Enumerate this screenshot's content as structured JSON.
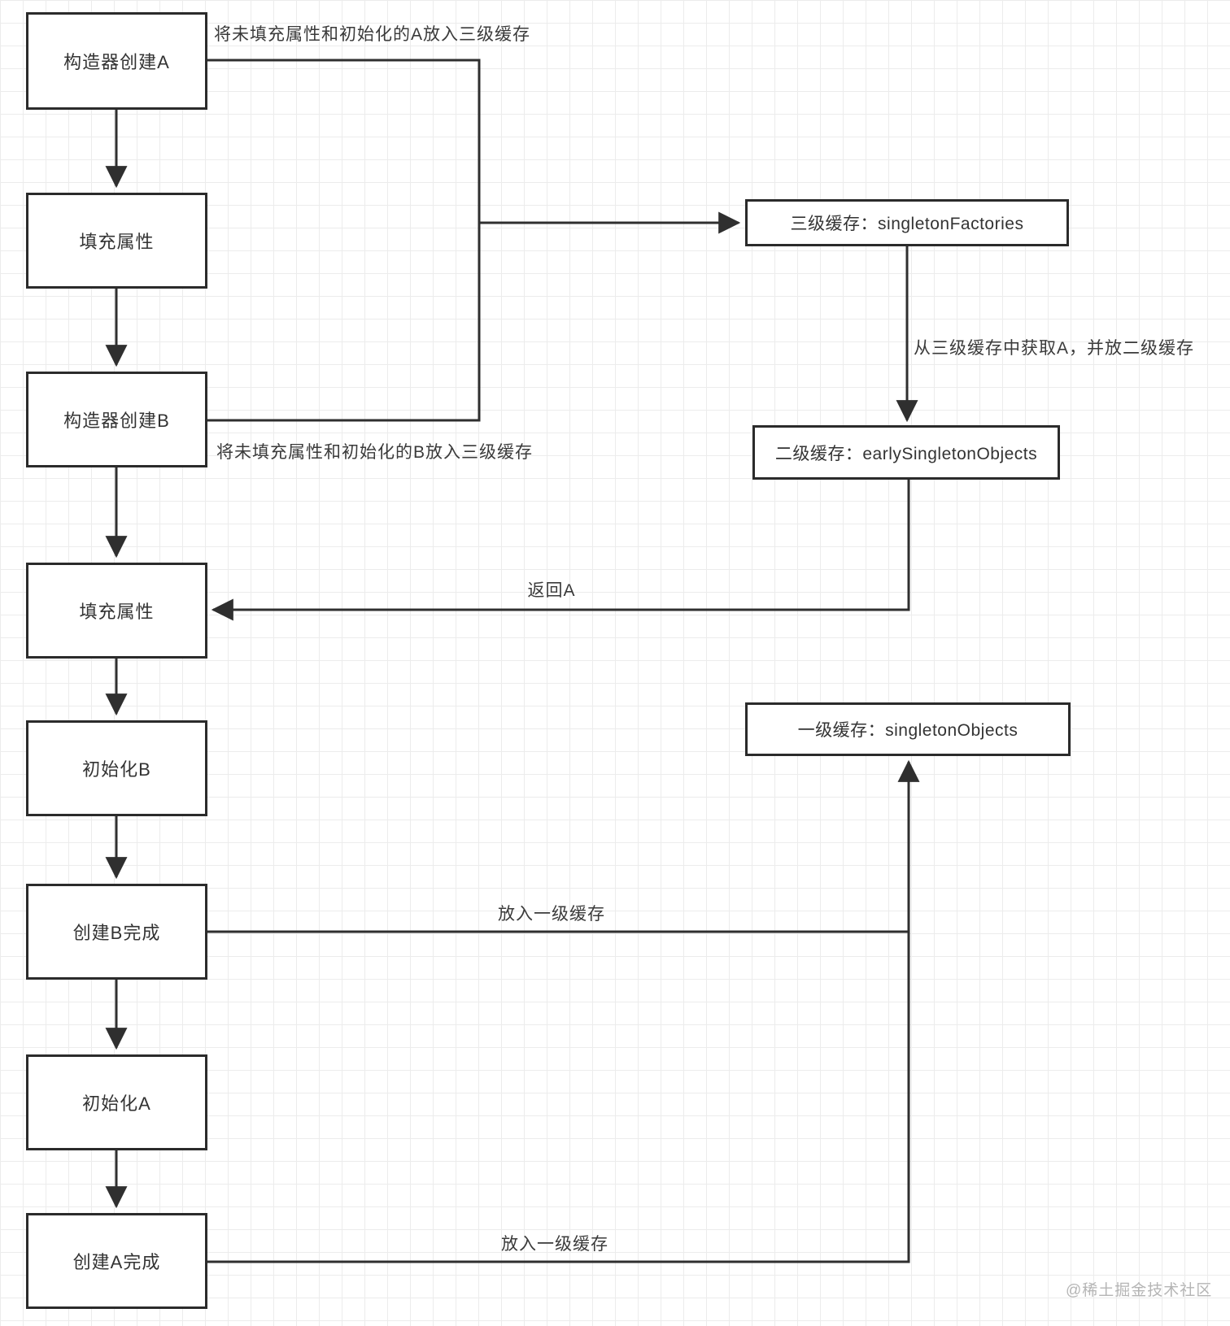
{
  "diagram": {
    "title_hint": "Spring three-level cache circular dependency flow",
    "flow_nodes": [
      {
        "id": "create-a",
        "label": "构造器创建A"
      },
      {
        "id": "populate-a",
        "label": "填充属性"
      },
      {
        "id": "create-b",
        "label": "构造器创建B"
      },
      {
        "id": "populate-b",
        "label": "填充属性"
      },
      {
        "id": "init-b",
        "label": "初始化B"
      },
      {
        "id": "b-done",
        "label": "创建B完成"
      },
      {
        "id": "init-a",
        "label": "初始化A"
      },
      {
        "id": "a-done",
        "label": "创建A完成"
      }
    ],
    "cache_nodes": [
      {
        "id": "l3-cache",
        "label": "三级缓存：singletonFactories"
      },
      {
        "id": "l2-cache",
        "label": "二级缓存：earlySingletonObjects"
      },
      {
        "id": "l1-cache",
        "label": "一级缓存：singletonObjects"
      }
    ],
    "edge_labels": {
      "put_a_into_l3": "将未填充属性和初始化的A放入三级缓存",
      "put_b_into_l3": "将未填充属性和初始化的B放入三级缓存",
      "fetch_a_to_l2": "从三级缓存中获取A，并放二级缓存",
      "return_a": "返回A",
      "put_b_into_l1": "放入一级缓存",
      "put_a_into_l1": "放入一级缓存"
    },
    "watermark": "@稀土掘金技术社区",
    "colors": {
      "line": "#2f2f2f",
      "box_border": "#2b2b2b",
      "text": "#333333",
      "grid": "#ececec",
      "watermark": "#b5b5b5",
      "background": "#ffffff"
    }
  }
}
